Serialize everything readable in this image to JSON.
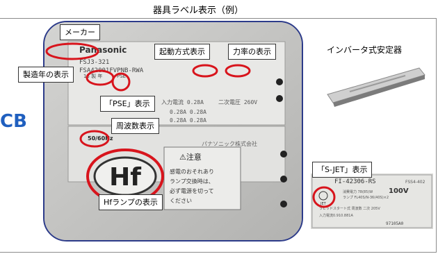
{
  "title": "器具ラベル表示（例）",
  "side_text": "CB",
  "photo_label": {
    "brand": "Panasonic",
    "model_code_1": "FSJ3-321",
    "model_code_2": "FSA42001FVPNB-RWA",
    "year_mark": "13 製 年",
    "pse_mark": "PSE",
    "freq_mark": "50/60Hz",
    "rating_lines": [
      "入力電流 0.28A",
      "二次電圧 260V",
      "0.28A  0.28A",
      "0.28A  0.28A"
    ],
    "warning_title": "⚠注意",
    "warning_text": [
      "感電のおそれあり",
      "ランプ交換時は、",
      "必ず電源を切って",
      "ください"
    ],
    "hf_mark": "Hf",
    "maker_small": "パナソニック株式会社"
  },
  "callouts": {
    "maker": "メーカー",
    "start_method": "起動方式表示",
    "power_factor": "力率の表示",
    "year": "製造年の表示",
    "pse": "「PSE」表示",
    "frequency": "周波数表示",
    "hf_lamp": "Hfランプの表示",
    "sjet": "「S-JET」表示"
  },
  "inverter": {
    "title": "インバータ式安定器"
  },
  "small_label": {
    "model": "FI-42306-RS",
    "code": "FSS4-402",
    "voltage": "100V",
    "lines": [
      "消費電力 78(85)W",
      "ランプ FL40S/N-36(40S)×2",
      "ラピッドスタート式  周波数 二次 205V",
      "入力電流0.910.881A"
    ],
    "serial": "97105A0",
    "jet": "JET"
  },
  "colors": {
    "accent_blue": "#1f5fbf",
    "frame_navy": "#2c3b8a",
    "marker_red": "#d8141c"
  }
}
